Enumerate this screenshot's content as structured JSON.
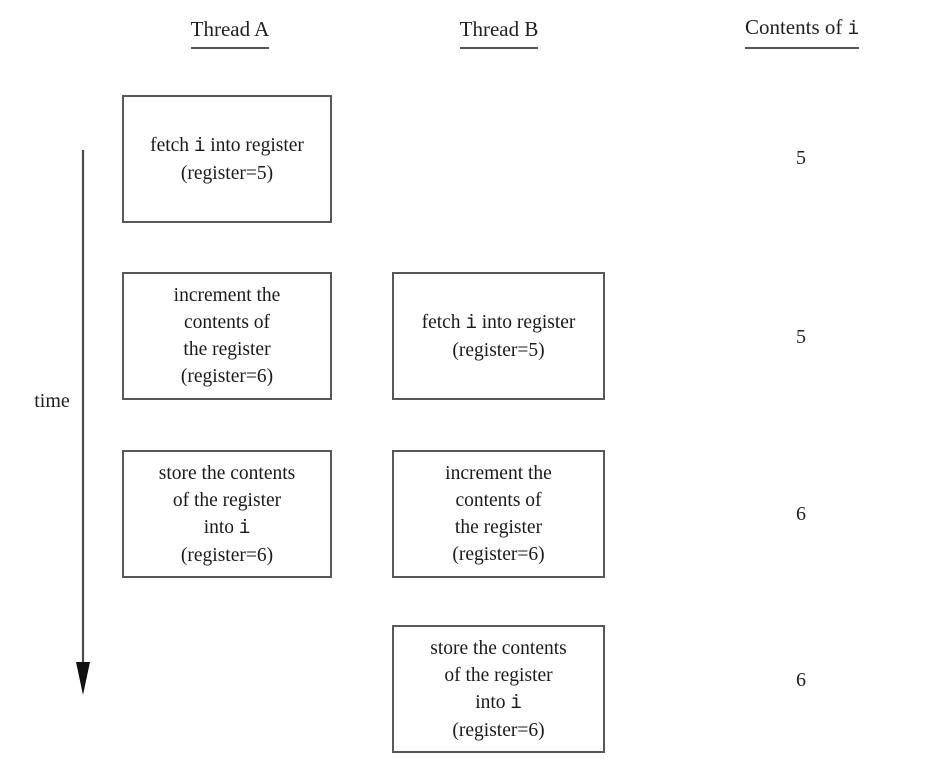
{
  "figure": {
    "title": "Thread interleaving race condition on shared variable i",
    "background_color": "#ffffff",
    "box_border_color": "#585858",
    "text_color": "#1a1a1a"
  },
  "columns": {
    "thread_a": {
      "label": "Thread A"
    },
    "thread_b": {
      "label": "Thread B"
    },
    "contents": {
      "label_prefix": "Contents of ",
      "label_variable": "i"
    }
  },
  "time_axis": {
    "label": "time",
    "direction": "downward",
    "arrow_color": "#4a4a4a"
  },
  "steps": {
    "a1": {
      "lines": [
        "fetch i into register",
        "(register=5)"
      ],
      "line1_pre": "fetch ",
      "line1_var": "i",
      "line1_post": " into register",
      "line2": "(register=5)"
    },
    "a2": {
      "line1": "increment the",
      "line2": "contents of",
      "line3": "the register",
      "line4": "(register=6)"
    },
    "a3": {
      "line1": "store the contents",
      "line2": "of the register",
      "line3_pre": "into ",
      "line3_var": "i",
      "line4": "(register=6)"
    },
    "b1": {
      "line1_pre": "fetch ",
      "line1_var": "i",
      "line1_post": " into register",
      "line2": "(register=5)"
    },
    "b2": {
      "line1": "increment the",
      "line2": "contents of",
      "line3": "the register",
      "line4": "(register=6)"
    },
    "b3": {
      "line1": "store the contents",
      "line2": "of the register",
      "line3_pre": "into ",
      "line3_var": "i",
      "line4": "(register=6)"
    }
  },
  "contents_values": {
    "row1": "5",
    "row2": "5",
    "row3": "6",
    "row4": "6"
  }
}
